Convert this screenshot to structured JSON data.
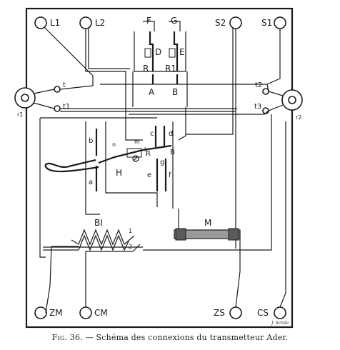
{
  "terminals_top": [
    "L1",
    "L2",
    "S2",
    "S1"
  ],
  "terminals_bottom": [
    "ZM",
    "CM",
    "ZS",
    "CS"
  ],
  "side_left": {
    "rotor": "r1",
    "contacts": [
      "t",
      "t1"
    ]
  },
  "side_right": {
    "rotor": "r2",
    "contacts": [
      "t2",
      "t3"
    ]
  },
  "upper_switch": {
    "left": {
      "top": "F",
      "mid": "D",
      "contact": "R",
      "bottom": "A"
    },
    "right": {
      "top": "G",
      "mid": "E",
      "contact": "R1",
      "bottom": "B"
    }
  },
  "middle_labels": {
    "b": "b",
    "a": "a",
    "n": "n",
    "k": "k",
    "m": "m",
    "c": "c",
    "d": "d",
    "R": "R",
    "B": "B",
    "g": "g",
    "H": "H",
    "e": "e",
    "f": "f"
  },
  "coil": {
    "label": "BI",
    "tap1": "1",
    "tap2": "2"
  },
  "microphone": {
    "label": "M"
  },
  "signature": "J. Schile",
  "caption": {
    "fig": "Fig. 36.",
    "text": "— Schéma des connexions du transmetteur Ader."
  }
}
